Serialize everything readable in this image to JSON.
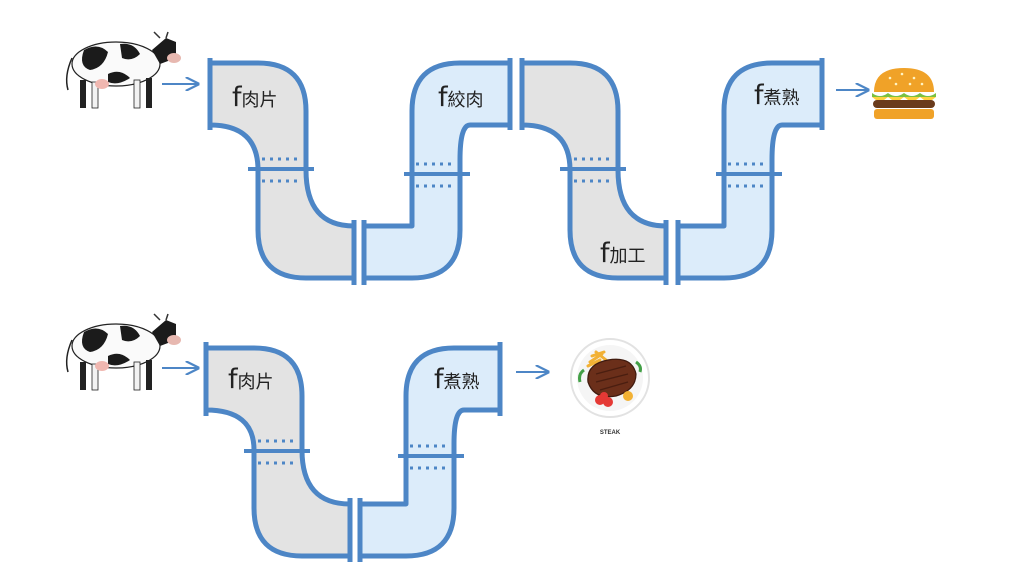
{
  "colors": {
    "pipe_outline": "#4d86c6",
    "pipe_gray": "#e3e3e3",
    "pipe_blue": "#dcecfa",
    "arrow": "#4d86c6"
  },
  "pipeline_1": {
    "input_icon": "cow-icon",
    "stages": [
      {
        "f": "f",
        "label": "肉片"
      },
      {
        "f": "f",
        "label": "絞肉"
      },
      {
        "f": "f",
        "label": "加工"
      },
      {
        "f": "f",
        "label": "煮熟"
      }
    ],
    "output_icon": "hamburger-icon"
  },
  "pipeline_2": {
    "input_icon": "cow-icon",
    "stages": [
      {
        "f": "f",
        "label": "肉片"
      },
      {
        "f": "f",
        "label": "煮熟"
      }
    ],
    "output_icon": "steak-plate-icon",
    "output_caption": "STEAK"
  }
}
